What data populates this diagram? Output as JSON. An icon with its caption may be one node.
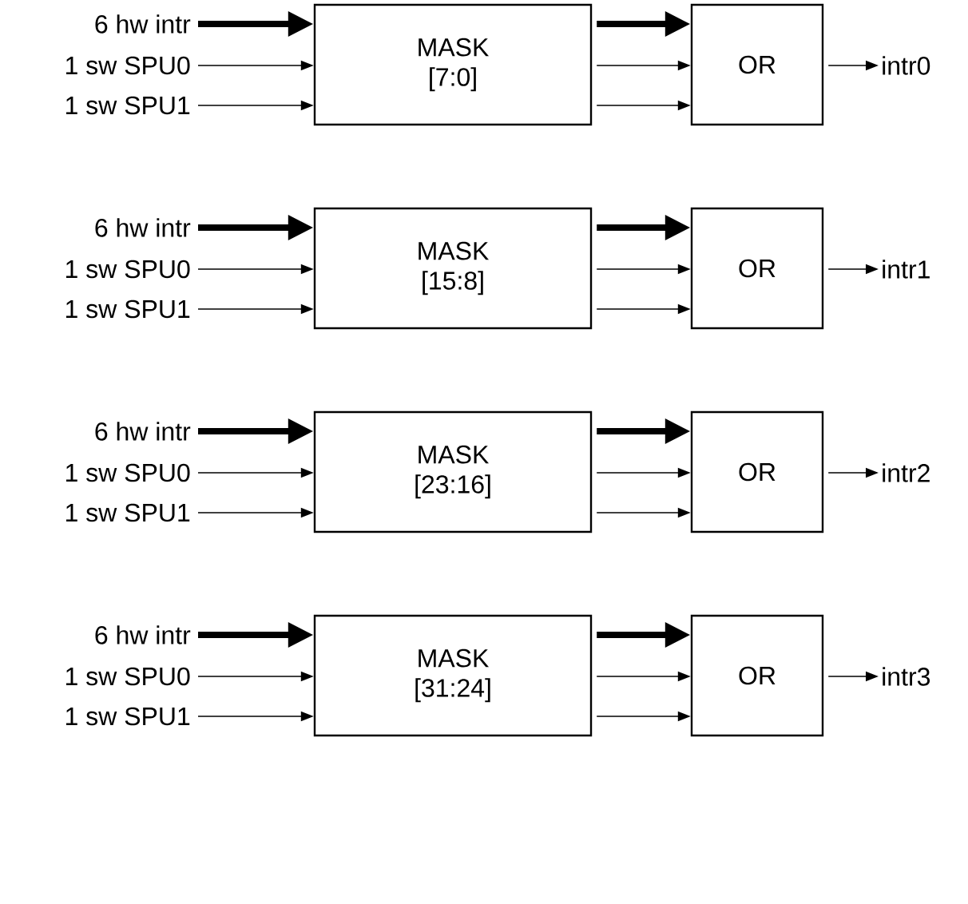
{
  "diagram": {
    "nodes": [
      {
        "text": [
          "6 hw intr"
        ]
      },
      {
        "text": [
          "1 sw SPU0"
        ]
      },
      {
        "text": [
          "1 sw SPU1"
        ]
      },
      {
        "text": [
          "MASK [7:0]"
        ]
      },
      {
        "text": [
          "OR"
        ]
      },
      {
        "text": [
          "intr0"
        ]
      },
      {
        "text": [
          "6 hw intr"
        ]
      },
      {
        "text": [
          "1 sw SPU0"
        ]
      },
      {
        "text": [
          "1 sw SPU1"
        ]
      },
      {
        "text": [
          "MASK [15:8]"
        ]
      },
      {
        "text": [
          "OR"
        ]
      },
      {
        "text": [
          "intr1"
        ]
      },
      {
        "text": [
          "6 hw intr"
        ]
      },
      {
        "text": [
          "1 sw SPU0"
        ]
      },
      {
        "text": [
          "1 sw SPU1"
        ]
      },
      {
        "text": [
          "MASK [23:16]"
        ]
      },
      {
        "text": [
          "OR"
        ]
      },
      {
        "text": [
          "intr2"
        ]
      },
      {
        "text": [
          "6 hw intr"
        ]
      },
      {
        "text": [
          "1 sw SPU0"
        ]
      },
      {
        "text": [
          "1 sw SPU1"
        ]
      },
      {
        "text": [
          "MASK [31:24]"
        ]
      },
      {
        "text": [
          "OR"
        ]
      },
      {
        "text": [
          "intr3"
        ]
      }
    ],
    "edges": [
      {
        "from": 0,
        "to": 3,
        "arrow": "to",
        "style": "thick"
      },
      {
        "from": 1,
        "to": 3,
        "arrow": "to"
      },
      {
        "from": 2,
        "to": 3,
        "arrow": "to"
      },
      {
        "from": 3,
        "to": 4,
        "arrow": "to",
        "style": "thick"
      },
      {
        "from": 3,
        "to": 4,
        "arrow": "to"
      },
      {
        "from": 3,
        "to": 4,
        "arrow": "to"
      },
      {
        "from": 4,
        "to": 5,
        "arrow": "to"
      },
      {
        "from": 6,
        "to": 9,
        "arrow": "to",
        "style": "thick"
      },
      {
        "from": 7,
        "to": 9,
        "arrow": "to"
      },
      {
        "from": 8,
        "to": 9,
        "arrow": "to"
      },
      {
        "from": 9,
        "to": 10,
        "arrow": "to",
        "style": "thick"
      },
      {
        "from": 9,
        "to": 10,
        "arrow": "to"
      },
      {
        "from": 9,
        "to": 10,
        "arrow": "to"
      },
      {
        "from": 10,
        "to": 11,
        "arrow": "to"
      },
      {
        "from": 12,
        "to": 15,
        "arrow": "to",
        "style": "thick"
      },
      {
        "from": 13,
        "to": 15,
        "arrow": "to"
      },
      {
        "from": 14,
        "to": 15,
        "arrow": "to"
      },
      {
        "from": 15,
        "to": 16,
        "arrow": "to",
        "style": "thick"
      },
      {
        "from": 15,
        "to": 16,
        "arrow": "to"
      },
      {
        "from": 15,
        "to": 16,
        "arrow": "to"
      },
      {
        "from": 16,
        "to": 17,
        "arrow": "to"
      },
      {
        "from": 18,
        "to": 21,
        "arrow": "to",
        "style": "thick"
      },
      {
        "from": 19,
        "to": 21,
        "arrow": "to"
      },
      {
        "from": 20,
        "to": 21,
        "arrow": "to"
      },
      {
        "from": 21,
        "to": 22,
        "arrow": "to",
        "style": "thick"
      },
      {
        "from": 21,
        "to": 22,
        "arrow": "to"
      },
      {
        "from": 21,
        "to": 22,
        "arrow": "to"
      },
      {
        "from": 22,
        "to": 23,
        "arrow": "to"
      }
    ]
  }
}
